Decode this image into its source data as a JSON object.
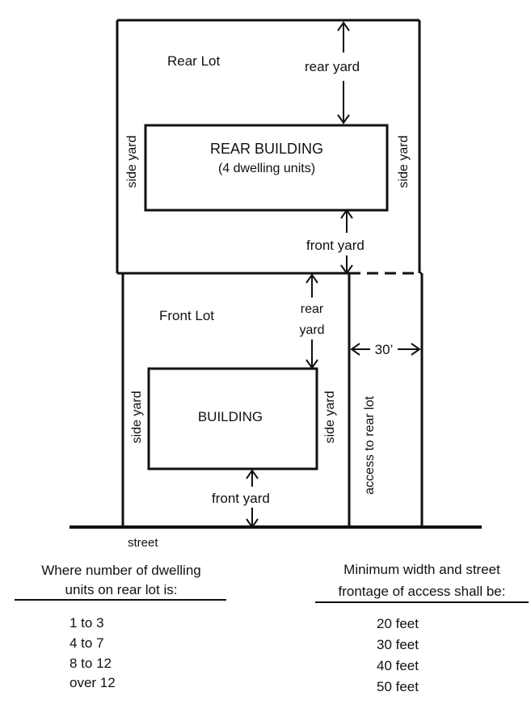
{
  "rear_lot": {
    "lot_label": "Rear Lot",
    "rear_yard": "rear yard",
    "building_title": "REAR BUILDING",
    "building_subtitle": "(4 dwelling units)",
    "side_yard_left": "side yard",
    "side_yard_right": "side yard",
    "front_yard": "front yard"
  },
  "front_lot": {
    "lot_label": "Front Lot",
    "rear_yard_line1": "rear",
    "rear_yard_line2": "yard",
    "building_title": "BUILDING",
    "side_yard_left": "side yard",
    "side_yard_right": "side yard",
    "front_yard": "front yard"
  },
  "access": {
    "width_label": "30’",
    "strip_label": "access to rear lot"
  },
  "street_label": "street",
  "table": {
    "left_header_line1": "Where number of dwelling",
    "left_header_line2": "units on rear lot is:",
    "right_header_line1": "Minimum width and street",
    "right_header_line2": "frontage of access shall be:",
    "rows": [
      {
        "units": "1 to 3",
        "width": "20 feet"
      },
      {
        "units": "4 to 7",
        "width": "30 feet"
      },
      {
        "units": "8 to 12",
        "width": "40 feet"
      },
      {
        "units": "over 12",
        "width": "50 feet"
      }
    ]
  }
}
